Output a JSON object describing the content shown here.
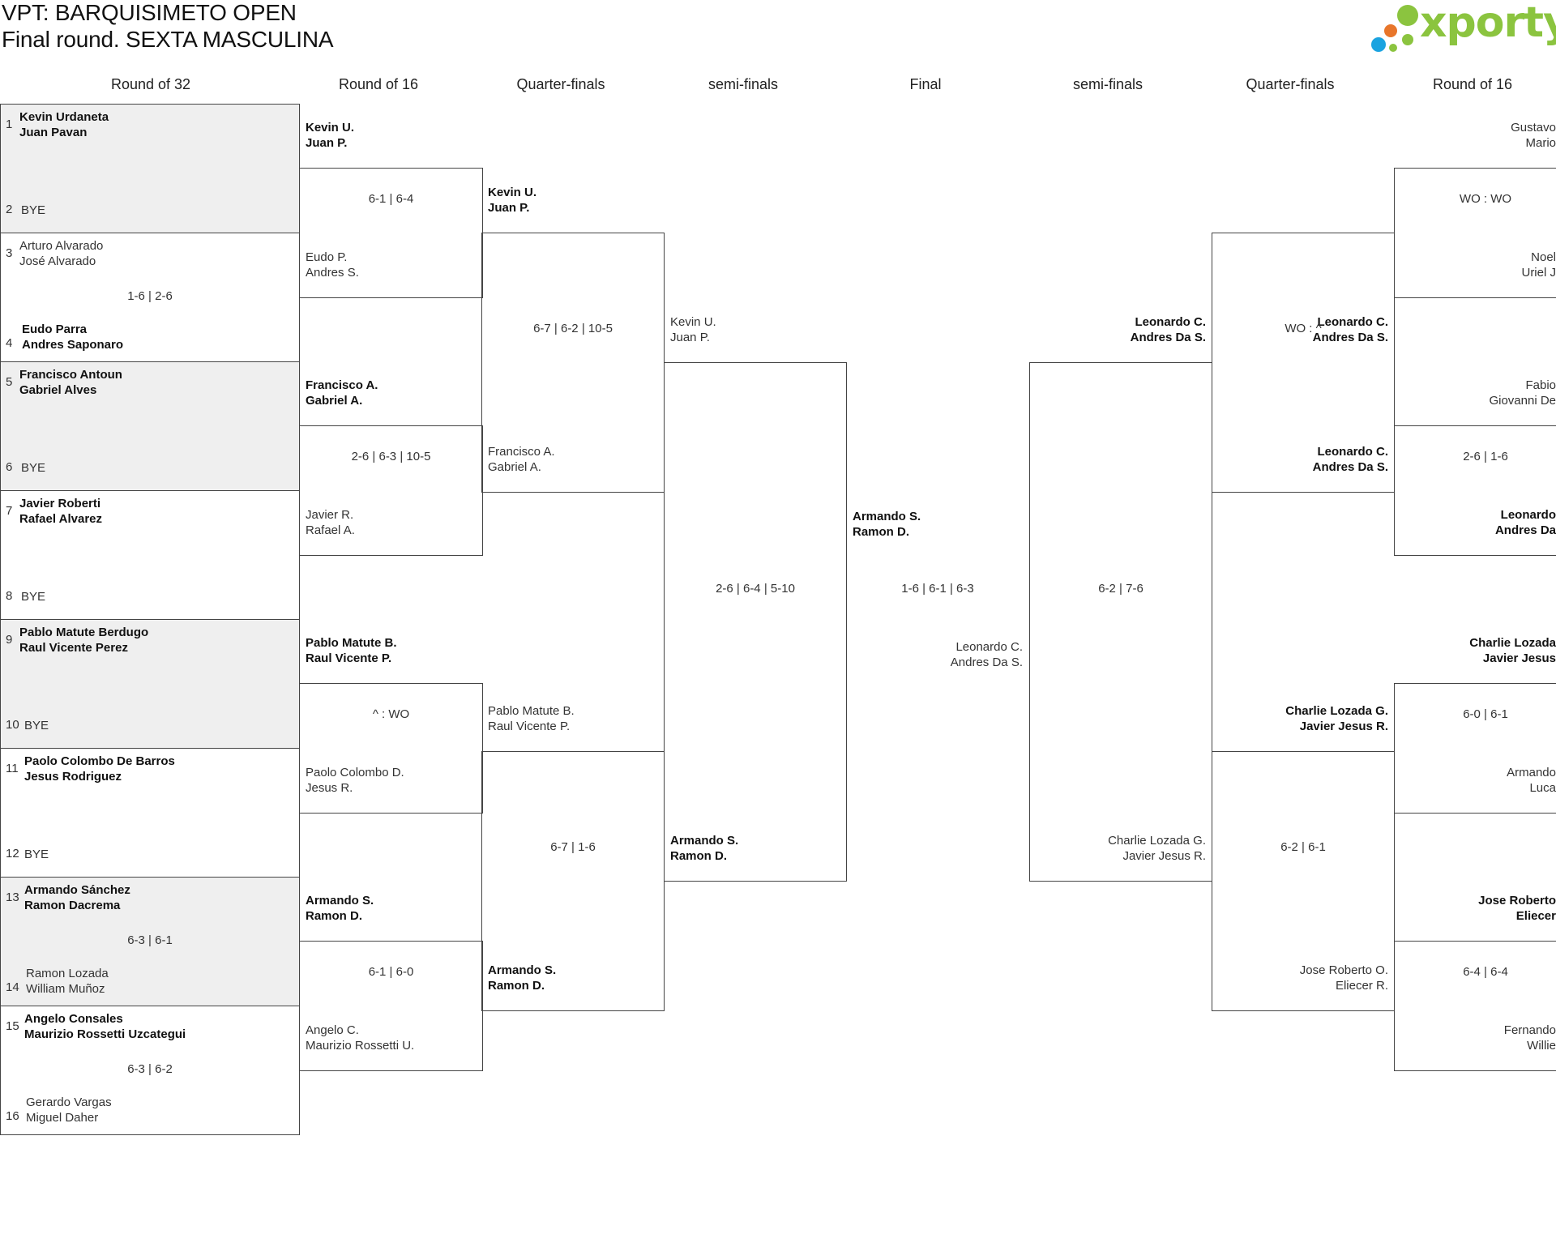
{
  "title": {
    "line1": "VPT: BARQUISIMETO OPEN",
    "line2": "Final round. SEXTA MASCULINA"
  },
  "logo": {
    "text": "xporty",
    "dot_colors": [
      "#8bc43f",
      "#e8762b",
      "#1aa3e0"
    ]
  },
  "rounds": [
    "Round of 32",
    "Round of 16",
    "Quarter-finals",
    "semi-finals",
    "Final",
    "semi-finals",
    "Quarter-finals",
    "Round of 16"
  ],
  "r32": [
    {
      "n1": "1",
      "a": [
        "Kevin Urdaneta",
        "Juan Pavan"
      ],
      "n2": "2",
      "b": [
        "BYE"
      ],
      "score": ""
    },
    {
      "n1": "3",
      "a": [
        "Arturo Alvarado",
        "José Alvarado"
      ],
      "n2": "4",
      "b": [
        "Eudo Parra",
        "Andres Saponaro"
      ],
      "score": "1-6 | 2-6"
    },
    {
      "n1": "5",
      "a": [
        "Francisco Antoun",
        "Gabriel Alves"
      ],
      "n2": "6",
      "b": [
        "BYE"
      ],
      "score": ""
    },
    {
      "n1": "7",
      "a": [
        "Javier Roberti",
        "Rafael Alvarez"
      ],
      "n2": "8",
      "b": [
        "BYE"
      ],
      "score": ""
    },
    {
      "n1": "9",
      "a": [
        "Pablo Matute Berdugo",
        "Raul Vicente Perez"
      ],
      "n2": "10",
      "b": [
        "BYE"
      ],
      "score": ""
    },
    {
      "n1": "11",
      "a": [
        "Paolo Colombo De Barros",
        "Jesus Rodriguez"
      ],
      "n2": "12",
      "b": [
        "BYE"
      ],
      "score": ""
    },
    {
      "n1": "13",
      "a": [
        "Armando Sánchez",
        "Ramon Dacrema"
      ],
      "n2": "14",
      "b": [
        "Ramon Lozada",
        "William Muñoz"
      ],
      "score": "6-3 | 6-1"
    },
    {
      "n1": "15",
      "a": [
        "Angelo Consales",
        "Maurizio Rossetti Uzcategui"
      ],
      "n2": "16",
      "b": [
        "Gerardo Vargas",
        "Miguel Daher"
      ],
      "score": "6-3 | 6-2"
    }
  ],
  "r16_left": [
    {
      "a": [
        "Kevin U.",
        "Juan P."
      ],
      "b": [
        "Eudo P.",
        "Andres S."
      ],
      "score": "6-1 | 6-4"
    },
    {
      "a": [
        "Francisco A.",
        "Gabriel A."
      ],
      "b": [
        "Javier R.",
        "Rafael A."
      ],
      "score": "2-6 | 6-3 | 10-5"
    },
    {
      "a": [
        "Pablo Matute B.",
        "Raul Vicente P."
      ],
      "b": [
        "Paolo Colombo D.",
        "Jesus R."
      ],
      "score": "^ : WO"
    },
    {
      "a": [
        "Armando S.",
        "Ramon D."
      ],
      "b": [
        "Angelo C.",
        "Maurizio Rossetti U."
      ],
      "score": "6-1 | 6-0"
    }
  ],
  "qf_left": [
    {
      "a": [
        "Kevin U.",
        "Juan P."
      ],
      "b": [
        "Francisco A.",
        "Gabriel A."
      ],
      "score": "6-7 | 6-2 | 10-5"
    },
    {
      "a": [
        "Pablo Matute B.",
        "Raul Vicente P."
      ],
      "b": [
        "Armando S.",
        "Ramon D."
      ],
      "score": "6-7 | 1-6"
    }
  ],
  "sf_left": {
    "a": [
      "Kevin U.",
      "Juan P."
    ],
    "b": [
      "Armando S.",
      "Ramon D."
    ],
    "score": "2-6 | 6-4 | 5-10"
  },
  "final": {
    "a": [
      "Armando S.",
      "Ramon D."
    ],
    "b": [
      "Leonardo C.",
      "Andres Da S."
    ],
    "score": "1-6 | 6-1 | 6-3"
  },
  "sf_right": {
    "a": [
      "Leonardo C.",
      "Andres Da S."
    ],
    "b": [
      "Charlie Lozada G.",
      "Javier Jesus R."
    ],
    "score": "6-2 | 7-6"
  },
  "qf_right": [
    {
      "a": [
        "Leonardo C.",
        "Andres Da S."
      ],
      "b": [
        "Leonardo C.",
        "Andres Da S."
      ],
      "score": "WO : ^"
    },
    {
      "a": [
        "Charlie Lozada G.",
        "Javier Jesus R."
      ],
      "b": [
        "Jose Roberto O.",
        "Eliecer R."
      ],
      "score": "6-2 | 6-1"
    }
  ],
  "r16_right": [
    {
      "a": [
        "Gustavo",
        "Mario"
      ],
      "b": [
        "Noel",
        "Uriel J"
      ],
      "score": "WO : WO"
    },
    {
      "a": [
        "Fabio",
        "Giovanni De"
      ],
      "b": [
        "Leonardo",
        "Andres Da"
      ],
      "score": "2-6 | 1-6"
    },
    {
      "a": [
        "Charlie Lozada",
        "Javier Jesus"
      ],
      "b": [
        "Armando",
        "Luca"
      ],
      "score": "6-0 | 6-1"
    },
    {
      "a": [
        "Jose Roberto",
        "Eliecer"
      ],
      "b": [
        "Fernando",
        "Willie"
      ],
      "score": "6-4 | 6-4"
    }
  ]
}
